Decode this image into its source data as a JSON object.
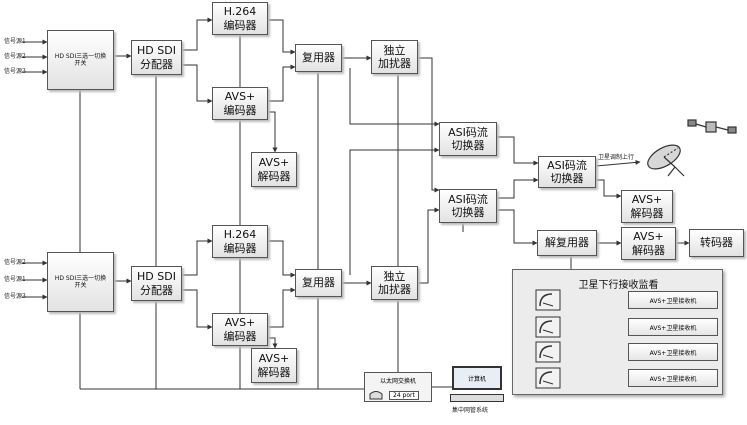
{
  "sources": {
    "top": [
      "信号源1",
      "信号源2",
      "信号源3"
    ],
    "bottom": [
      "信号源2",
      "信号源1",
      "信号源3"
    ]
  },
  "blocks": {
    "sdi_switch_top": "HD SDI三选一切换开关",
    "sdi_switch_bottom": "HD SDI三选一切换开关",
    "distributor_top": "HD SDI\n分配器",
    "distributor_bottom": "HD SDI\n分配器",
    "h264_enc_top": "H.264\n编码器",
    "avs_enc_top": "AVS+\n编码器",
    "avs_dec_top": "AVS+\n解码器",
    "h264_enc_bottom": "H.264\n编码器",
    "avs_enc_bottom": "AVS+\n编码器",
    "avs_dec_bottom": "AVS+\n解码器",
    "mux_top": "复用器",
    "mux_bottom": "复用器",
    "scrambler_top": "独立\n加扰器",
    "scrambler_bottom": "独立\n加扰器",
    "asi_switch_1": "ASI码流\n切换器",
    "asi_switch_2": "ASI码流\n切换器",
    "asi_switch_3": "ASI码流\n切换器",
    "avs_dec_right": "AVS+\n解码器",
    "demux": "解复用器",
    "avs_dec_demux": "AVS+\n解码器",
    "transcoder": "转码器"
  },
  "uplink_label": "卫星调制上行",
  "monitor": {
    "title": "卫星下行接收监看",
    "receivers": [
      "AVS+卫星接收机",
      "AVS+卫星接收机",
      "AVS+卫星接收机",
      "AVS+卫星接收机"
    ]
  },
  "network": {
    "switch_label": "以太网交换机",
    "port_label": "24 port",
    "pc_label": "计算机",
    "nms_label": "集中网管系统"
  }
}
